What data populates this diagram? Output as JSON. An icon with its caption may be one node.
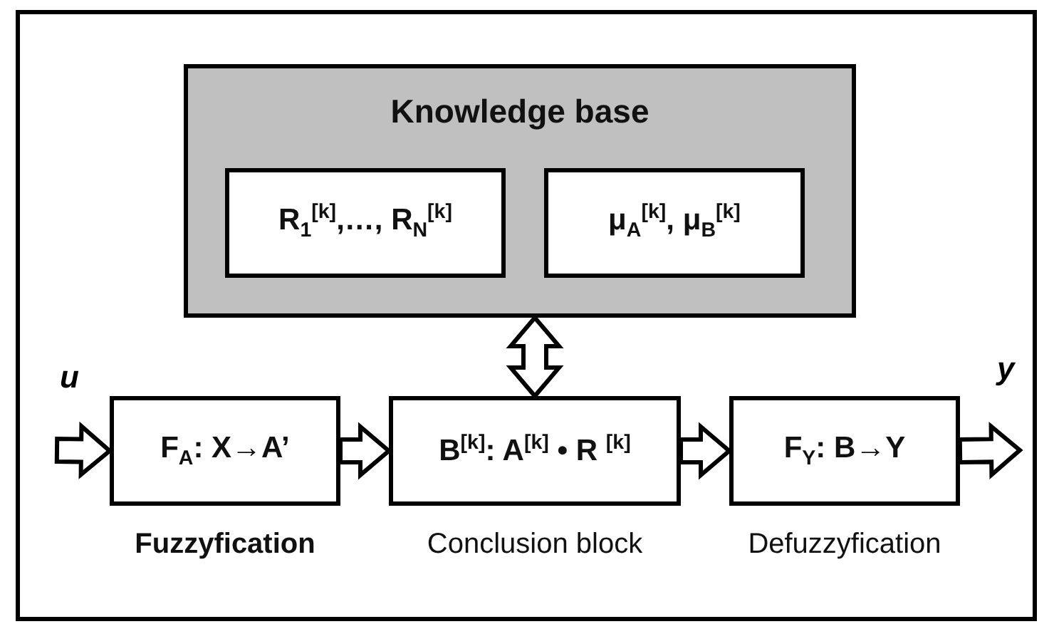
{
  "diagram": {
    "nodes": [
      {
        "text": [
          "Knowledge base"
        ]
      },
      {
        "text": [
          "R$_{1}$$^{[k]}$,…, R$_{N}$$^{[k]}$"
        ],
        "in": 0
      },
      {
        "text": [
          "μ$_{A}$$^{[k]}$, μ$_{B}$$^{[k]}$"
        ],
        "in": 0
      },
      {
        "text": [
          "F$_{A}$: X→A’"
        ],
        "beside": [
          "Fuzzyfication"
        ]
      },
      {
        "text": [
          "B$^{[k]}$: A$^{[k]}$ • R $^{[k]}$"
        ],
        "beside": [
          "Conclusion block"
        ]
      },
      {
        "text": [
          "F$_{Y}$: B→Y"
        ],
        "beside": [
          "Defuzzyfication"
        ]
      }
    ],
    "edges": [
      {
        "from": null,
        "to": 3,
        "arrow": "to",
        "label": "u"
      },
      {
        "from": 3,
        "to": 4,
        "arrow": "to"
      },
      {
        "from": 4,
        "to": 5,
        "arrow": "to"
      },
      {
        "from": 5,
        "to": null,
        "arrow": "to",
        "label": "y"
      },
      {
        "from": 0,
        "to": 4,
        "arrow": "both"
      }
    ]
  }
}
